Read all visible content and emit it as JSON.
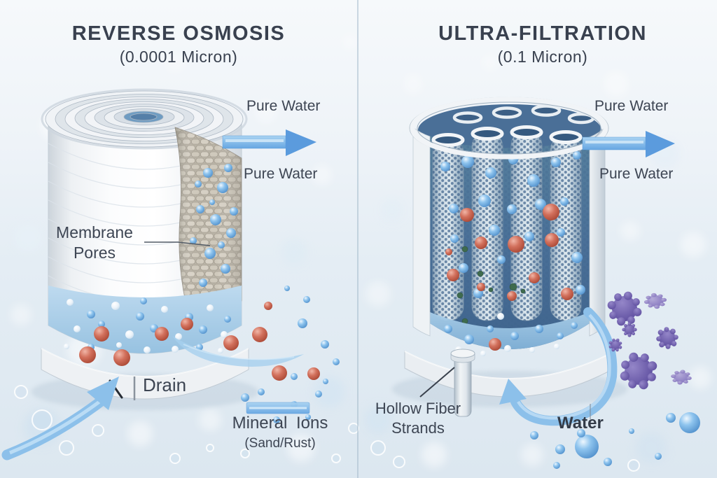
{
  "left_panel": {
    "title": "REVERSE OSMOSIS",
    "subtitle": "(0.0001 Micron)",
    "pure_water_top": "Pure Water",
    "pure_water_bottom": "Pure Water",
    "membrane_pores": "Membrane Pores",
    "drain": "Drain",
    "mineral_ions": "Mineral Ions",
    "mineral_ions_note": "(Sand/Rust)"
  },
  "right_panel": {
    "title": "ULTRA-FILTRATION",
    "subtitle": "(0.1 Micron)",
    "pure_water_top": "Pure Water",
    "pure_water_bottom": "Pure Water",
    "hollow_fiber": "Hollow Fiber Strands",
    "water": "Water"
  },
  "colors": {
    "title_text": "#39414f",
    "label_text": "#3d4553",
    "arrow_blue": "#6fb0e8",
    "water_blue": "#a9cde9",
    "mineral_red": "#c2574a",
    "virus_purple": "#7261b4",
    "membrane_tan": "#cdc7ba",
    "interior_blue": "#4a6f97"
  }
}
